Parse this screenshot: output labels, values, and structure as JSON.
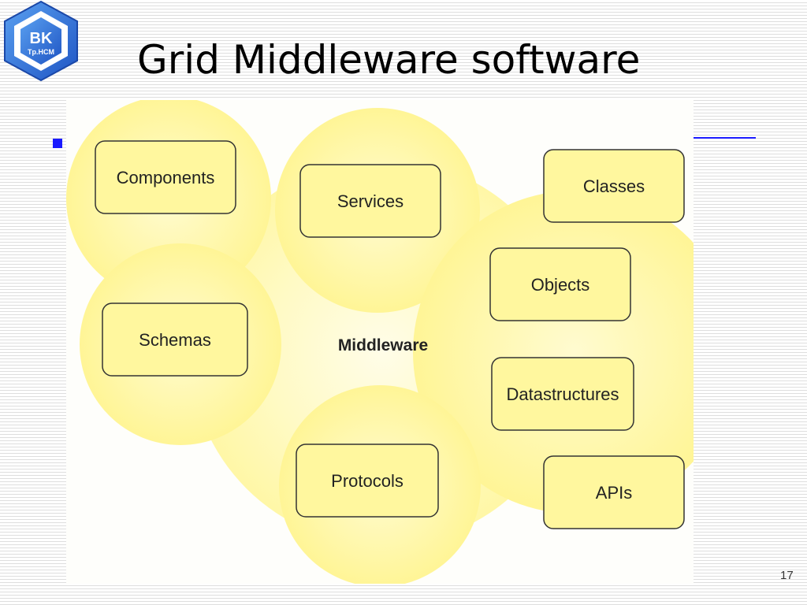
{
  "slide": {
    "title": "Grid Middleware software",
    "page_number": "17"
  },
  "logo": {
    "line1": "BK",
    "line2": "Tp.HCM",
    "color": "#2a6ad6"
  },
  "colors": {
    "bullet": "#1a1aff",
    "accent_underline": "#1a1aff",
    "bubble_fill": "#fff8b0",
    "bubble_center_fill": "#fff9c2",
    "box_fill": "#fff79e",
    "box_stroke": "#333333",
    "text": "#222222"
  },
  "diagram": {
    "center_label": "Middleware",
    "nodes": [
      {
        "id": "components",
        "label": "Components"
      },
      {
        "id": "services",
        "label": "Services"
      },
      {
        "id": "classes",
        "label": "Classes"
      },
      {
        "id": "objects",
        "label": "Objects"
      },
      {
        "id": "schemas",
        "label": "Schemas"
      },
      {
        "id": "datastructures",
        "label": "Datastructures"
      },
      {
        "id": "protocols",
        "label": "Protocols"
      },
      {
        "id": "apis",
        "label": "APIs"
      }
    ]
  }
}
